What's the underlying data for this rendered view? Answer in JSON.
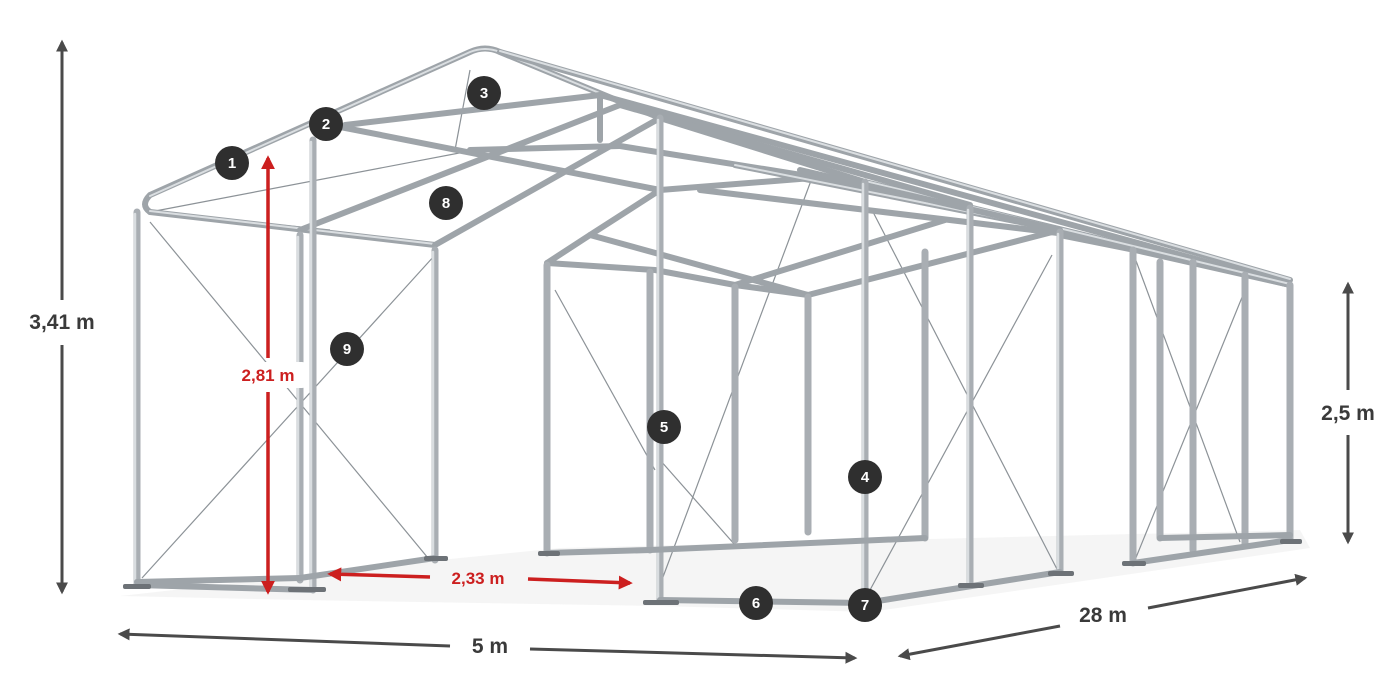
{
  "dimensions": {
    "total_height": "3,41 m",
    "side_height": "2,5 m",
    "width": "5 m",
    "length": "28 m",
    "entrance_height": "2,81 m",
    "entrance_width": "2,33 m"
  },
  "markers": [
    "1",
    "2",
    "3",
    "4",
    "5",
    "6",
    "7",
    "8",
    "9"
  ],
  "colors": {
    "frame": "#a9aeb3",
    "dimension_arrows": "#4a4a4a",
    "entrance_arrows": "#cc1f1f",
    "markers": "#2f2f2f"
  }
}
